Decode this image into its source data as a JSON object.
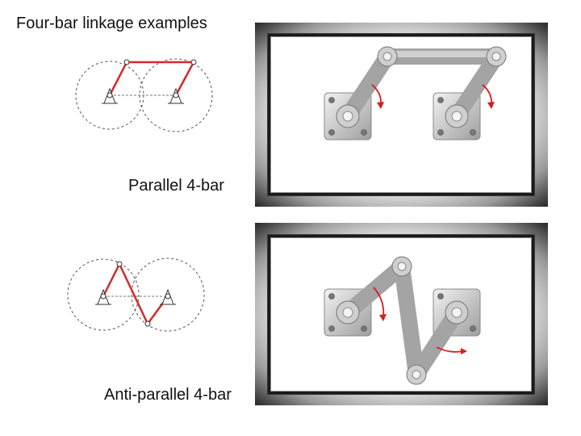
{
  "title": "Four-bar linkage examples",
  "sections": [
    {
      "caption": "Parallel 4-bar"
    },
    {
      "caption": "Anti-parallel 4-bar"
    }
  ],
  "colors": {
    "link_red": "#d42a2a",
    "dashed_circle": "#555555",
    "metal_light": "#e6e6e6",
    "metal_dark": "#8c8c8c",
    "arrow_red": "#d61e1e"
  },
  "icons": [
    "ground-pivot-icon",
    "rotation-arrow-icon",
    "screw-icon"
  ]
}
